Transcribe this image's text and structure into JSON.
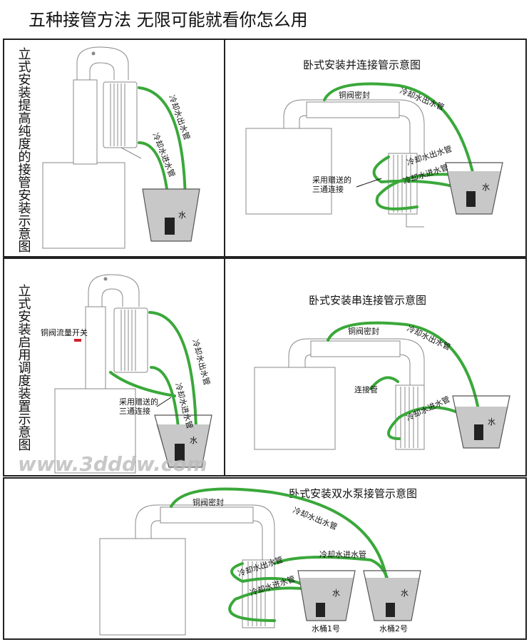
{
  "title": "五种接管方法 无限可能就看你怎么用",
  "watermark": "www.3dddw.com",
  "colors": {
    "hose": "#3aa83a",
    "water": "#c8c8c8",
    "valve": "#d0202a"
  },
  "panels": [
    {
      "title": "立式安装提高纯度的接管安装示意图",
      "labels": {
        "outlet": "冷却水出水管",
        "inlet": "冷却水进水管",
        "water": "水"
      }
    },
    {
      "title": "卧式安装并连接管示意图",
      "labels": {
        "valve": "铜阀密封",
        "outlet_long": "冷却水出水管",
        "outlet": "冷却水出水管",
        "inlet": "冷却水进水管",
        "tee_1": "采用赠送的",
        "tee_2": "三通连接",
        "water": "水"
      }
    },
    {
      "title": "立式安装启用调度装置示意图",
      "labels": {
        "valve_switch": "铜阀流量开关",
        "outlet": "冷却水出水管",
        "inlet": "冷却水进水管",
        "tee_1": "采用赠送的",
        "tee_2": "三通连接",
        "water": "水"
      }
    },
    {
      "title": "卧式安装串连接管示意图",
      "labels": {
        "valve": "铜阀密封",
        "outlet": "冷却水出水管",
        "connector": "连接管",
        "inlet": "冷却水进水管",
        "water": "水"
      }
    },
    {
      "title": "卧式安装双水泵接管示意图",
      "labels": {
        "valve": "铜阀密封",
        "outlet_long": "冷却水出水管",
        "inlet_long": "冷却水进水管",
        "outlet": "冷却水出水管",
        "inlet": "冷却水进水管",
        "water": "水",
        "bucket1": "水桶1号",
        "bucket2": "水桶2号"
      }
    }
  ]
}
